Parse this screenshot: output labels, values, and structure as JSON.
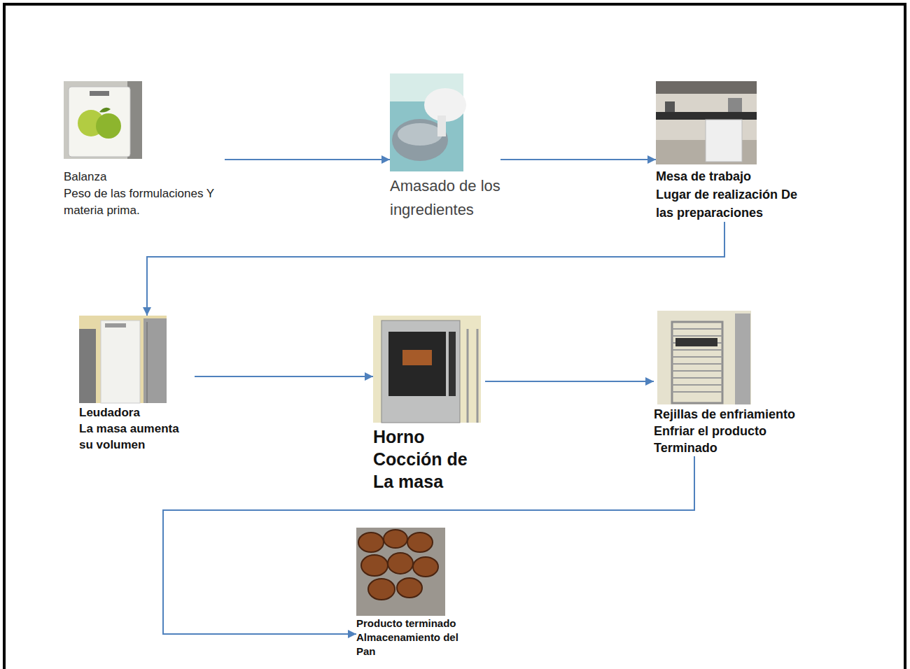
{
  "diagram": {
    "nodes": [
      {
        "text": [
          "Balanza",
          "Peso de las formulaciones Y materia prima."
        ]
      },
      {
        "text": [
          "Amasado de los ingredientes"
        ]
      },
      {
        "text": [
          "Mesa de trabajo",
          "Lugar de realización De las preparaciones"
        ]
      },
      {
        "text": [
          "Leudadora",
          "La masa aumenta su volumen"
        ]
      },
      {
        "text": [
          "Horno",
          "Cocción de La masa"
        ]
      },
      {
        "text": [
          "Rejillas de enfriamiento",
          "Enfriar el producto Terminado"
        ]
      },
      {
        "text": [
          "Producto terminado",
          "Almacenamiento del Pan"
        ]
      }
    ],
    "edges": [
      {
        "from": 0,
        "to": 1,
        "arrow": "to"
      },
      {
        "from": 1,
        "to": 2,
        "arrow": "to"
      },
      {
        "from": 2,
        "to": 3,
        "arrow": "to"
      },
      {
        "from": 3,
        "to": 4,
        "arrow": "to"
      },
      {
        "from": 4,
        "to": 5,
        "arrow": "to"
      },
      {
        "from": 5,
        "to": 6,
        "arrow": "to"
      }
    ]
  }
}
